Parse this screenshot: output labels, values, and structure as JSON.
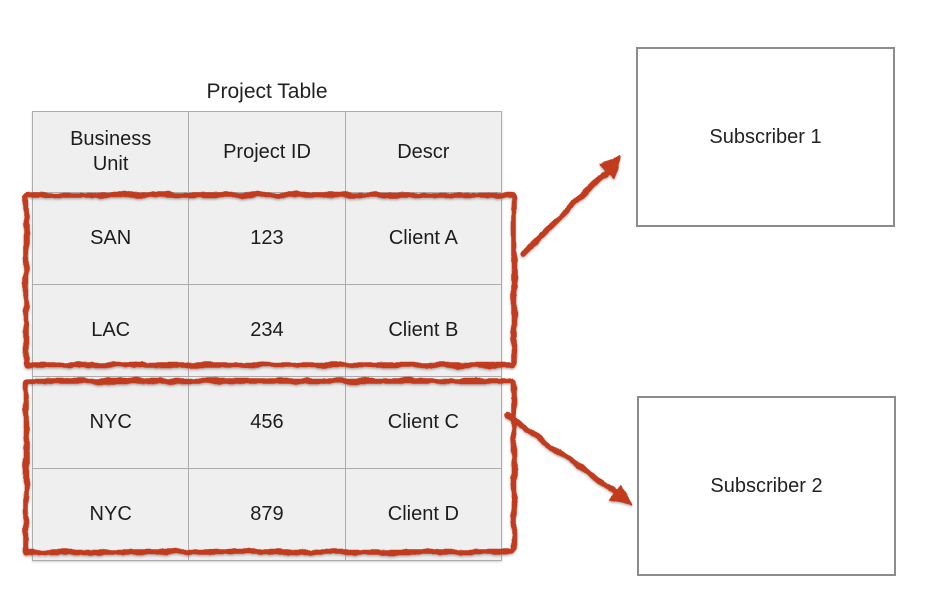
{
  "table": {
    "title": "Project Table",
    "columns": [
      "Business Unit",
      "Project ID",
      "Descr"
    ],
    "rows": [
      [
        "SAN",
        "123",
        "Client A"
      ],
      [
        "LAC",
        "234",
        "Client B"
      ],
      [
        "NYC",
        "456",
        "Client C"
      ],
      [
        "NYC",
        "879",
        "Client D"
      ]
    ]
  },
  "subscribers": [
    {
      "label": "Subscriber 1"
    },
    {
      "label": "Subscriber 2"
    }
  ],
  "selection_groups": [
    {
      "row_indices": [
        0,
        1
      ],
      "points_to_subscriber": 0
    },
    {
      "row_indices": [
        2,
        3
      ],
      "points_to_subscriber": 1
    }
  ],
  "colors": {
    "highlight_red": "#c23a1f",
    "table_fill": "#efefef",
    "table_border": "#adadad",
    "subscriber_border": "#8c8c8c",
    "text": "#1d1d1d"
  }
}
